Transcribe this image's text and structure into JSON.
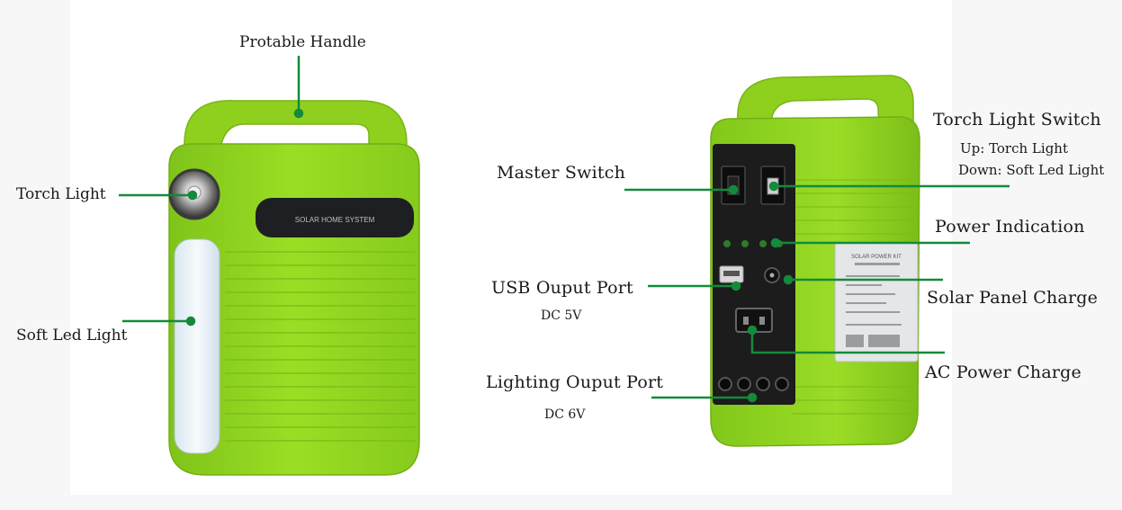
{
  "labels": {
    "handle": "Protable Handle",
    "torch_light": "Torch Light",
    "soft_led": "Soft Led Light",
    "master_switch": "Master Switch",
    "usb_port": "USB Ouput Port",
    "usb_spec": "DC 5V",
    "lighting_port": "Lighting Ouput Port",
    "lighting_spec": "DC 6V",
    "torch_switch": "Torch Light Switch",
    "torch_switch_up": "Up: Torch Light",
    "torch_switch_down": "Down: Soft Led Light",
    "power_indication": "Power Indication",
    "solar_charge": "Solar Panel Charge",
    "ac_charge": "AC Power Charge"
  },
  "device": {
    "front_panel_text": "SOLAR HOME SYSTEM",
    "rating_label_title": "SOLAR POWER KIT"
  },
  "colors": {
    "body_green": "#93d620",
    "body_green_dark": "#6fae12",
    "leader_line": "#138a3c",
    "panel_black": "#1c1c1c"
  }
}
